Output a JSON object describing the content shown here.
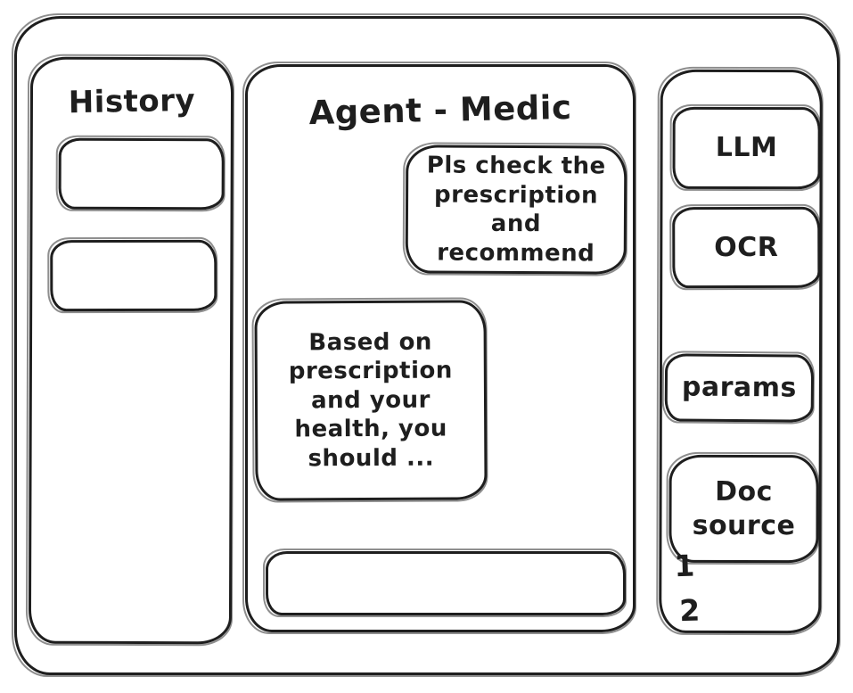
{
  "window": {
    "background": "#ffffff",
    "stroke_color": "#1e1e1e"
  },
  "history_panel": {
    "title": "History",
    "items": [
      {
        "label": ""
      },
      {
        "label": ""
      }
    ]
  },
  "chat_panel": {
    "title": "Agent - Medic",
    "messages": [
      {
        "role": "user",
        "text": "Pls check the prescription and recommend"
      },
      {
        "role": "agent",
        "text": "Based on prescription and your health, you should ..."
      }
    ],
    "input": {
      "value": "",
      "placeholder": ""
    }
  },
  "tools_panel": {
    "buttons": [
      {
        "label": "LLM"
      },
      {
        "label": "OCR"
      },
      {
        "label": "params"
      },
      {
        "label": "Doc source"
      }
    ],
    "source_list": [
      {
        "label": "1"
      },
      {
        "label": "2"
      }
    ]
  }
}
